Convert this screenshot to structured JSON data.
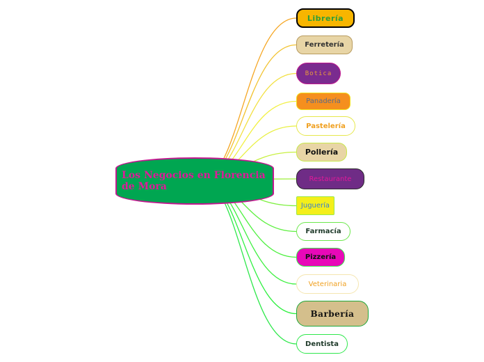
{
  "map": {
    "central": "Los Negocios en Florencia de Mora",
    "topics": [
      {
        "label": "Librería",
        "fill": "#f7b500",
        "border": "#000000",
        "text": "#2e9e3a"
      },
      {
        "label": "Ferretería",
        "fill": "#e8d5a6",
        "border": "#b89b5e",
        "text": "#333333"
      },
      {
        "label": "Botica",
        "fill": "#7a2b8f",
        "border": "#c2188f",
        "text": "#e89b3b"
      },
      {
        "label": "Panadería",
        "fill": "#f58f1e",
        "border": "#f2e31b",
        "text": "#5a6b8a"
      },
      {
        "label": "Pastelería",
        "fill": "#ffffff",
        "border": "#e6e84b",
        "text": "#f0a020"
      },
      {
        "label": "Pollería",
        "fill": "#e8d5a6",
        "border": "#c8e84b",
        "text": "#111111"
      },
      {
        "label": "Restaurante",
        "fill": "#6f2c86",
        "border": "#2b2b2b",
        "text": "#e0199a"
      },
      {
        "label": "Juguería",
        "fill": "#f4ef1a",
        "border": "#9be84b",
        "text": "#3b7fd0"
      },
      {
        "label": "Farmacía",
        "fill": "#ffffff",
        "border": "#6be84b",
        "text": "#1f3a2a"
      },
      {
        "label": "Pizzería",
        "fill": "#e808b8",
        "border": "#3be84b",
        "text": "#111111"
      },
      {
        "label": "Veterinaria",
        "fill": "#ffffff",
        "border": "#f5e6b0",
        "text": "#f0a020"
      },
      {
        "label": "Barbería",
        "fill": "#d4bf8c",
        "border": "#1fa83a",
        "text": "#111111"
      },
      {
        "label": "Dentista",
        "fill": "#ffffff",
        "border": "#2ee84b",
        "text": "#1f3a2a"
      }
    ]
  }
}
